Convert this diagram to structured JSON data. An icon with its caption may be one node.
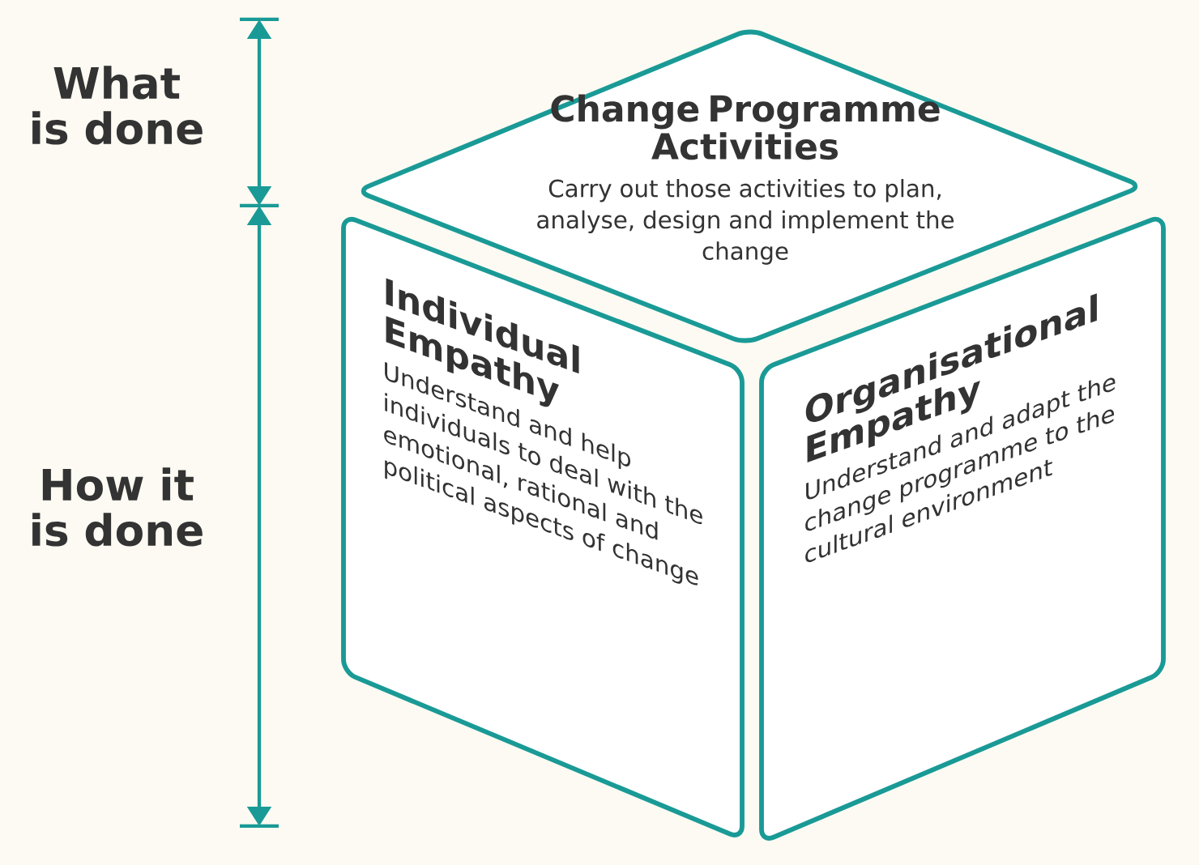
{
  "diagram": {
    "nodes": [
      {
        "text": [
          "Change Programme Activities",
          "Carry out those activities to plan, analyse, design and implement the change"
        ]
      },
      {
        "text": [
          "Individual Empathy",
          "Understand and help individuals to deal with the emotional, rational and political aspects of change"
        ]
      },
      {
        "text": [
          "Organisational Empathy",
          "Understand and adapt the change programme to the cultural environment"
        ]
      }
    ],
    "labels": [
      "What is done",
      "How it is done"
    ]
  }
}
